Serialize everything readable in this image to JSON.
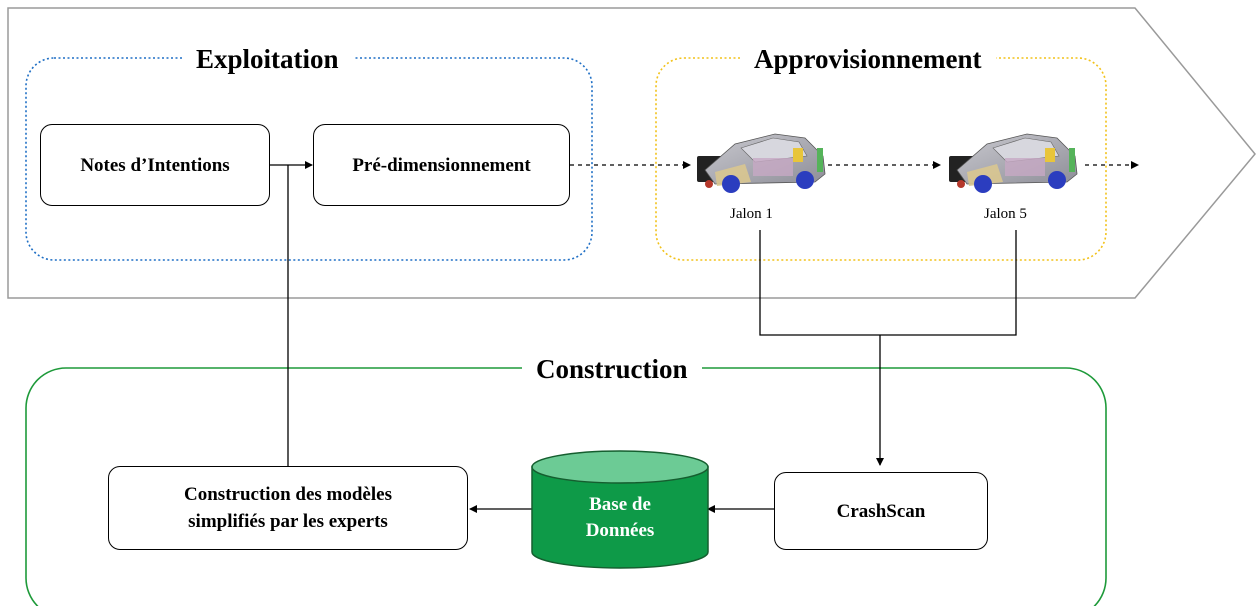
{
  "sections": {
    "exploitation": "Exploitation",
    "approvisionnement": "Approvisionnement",
    "construction": "Construction"
  },
  "boxes": {
    "notes_intentions": "Notes d’Intentions",
    "pre_dimensionnement": "Pré-dimensionnement",
    "construction_modeles": "Construction des modèles simplifiés par les experts",
    "base_de_donnees": "Base de Données",
    "crashscan": "CrashScan"
  },
  "milestones": [
    "Jalon 1",
    "Jalon 5"
  ],
  "colors": {
    "exploitation_border": "#1f6fc5",
    "approvisionnement_border": "#f2c21a",
    "construction_border": "#1e9a3a",
    "database_fill": "#0e9a48",
    "database_top": "#6ccb95",
    "chevron_border": "#9a9a9a"
  }
}
